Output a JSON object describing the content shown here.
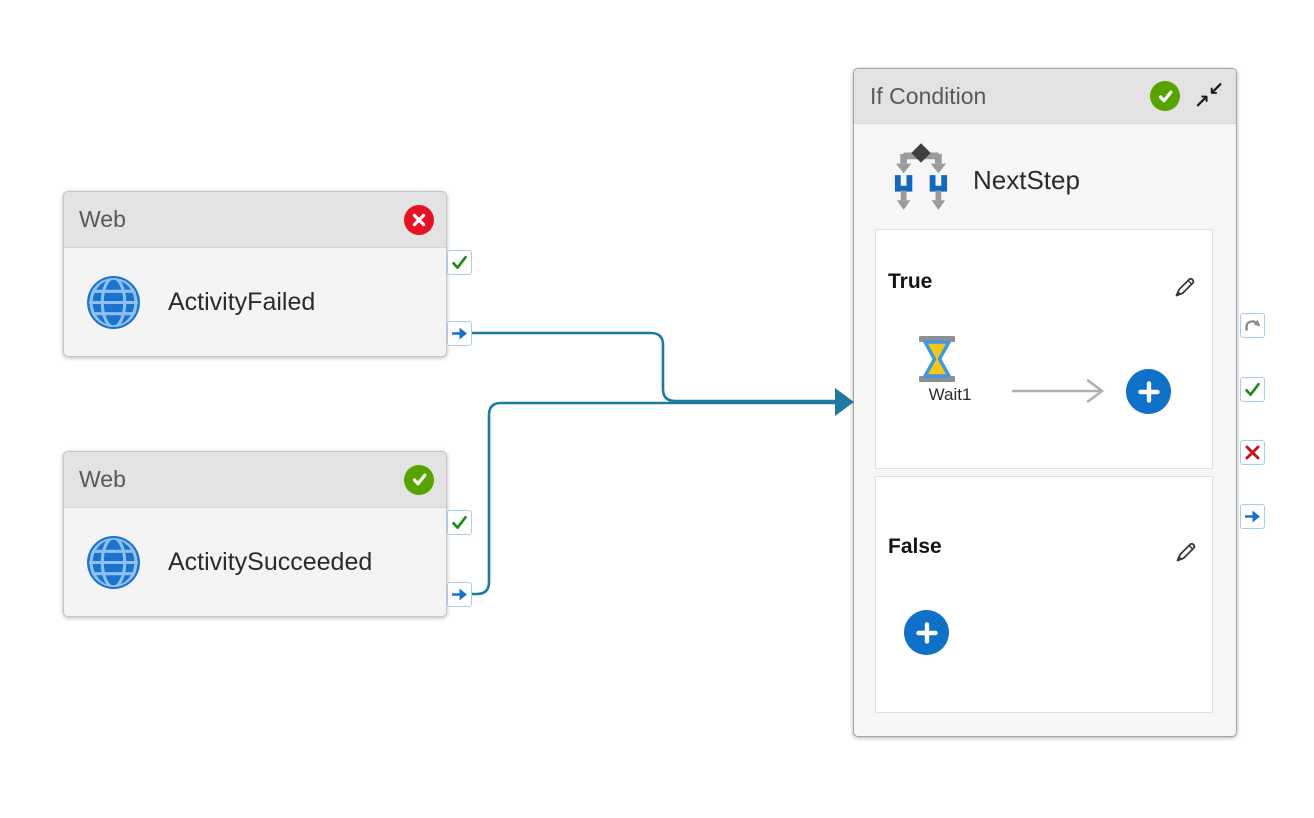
{
  "canvas": {
    "background": "#ffffff"
  },
  "nodes": {
    "web_failed": {
      "type_label": "Web",
      "name": "ActivityFailed",
      "status": "error"
    },
    "web_succeeded": {
      "type_label": "Web",
      "name": "ActivitySucceeded",
      "status": "success"
    },
    "if_condition": {
      "type_label": "If Condition",
      "name": "NextStep",
      "status": "success",
      "true_branch": {
        "label": "True",
        "activity_name": "Wait1",
        "activity_type": "wait"
      },
      "false_branch": {
        "label": "False"
      }
    }
  },
  "edges": [
    {
      "from": "ActivityFailed completion port",
      "to": "NextStep left edge"
    },
    {
      "from": "ActivitySucceeded completion port",
      "to": "NextStep left edge"
    }
  ],
  "colors": {
    "connector": "#1f7a9e",
    "success_green": "#57a300",
    "error_red": "#e81123",
    "port_check_green": "#1e8a1e",
    "port_arrow_blue": "#1f6fc8",
    "port_x_red": "#c50f1f",
    "port_skip_gray": "#8c8c8c",
    "add_button_blue": "#0f72c8",
    "header_gray": "#e3e3e3"
  },
  "icons": {
    "web_activity": "globe-icon",
    "if_condition_activity": "branch-icon",
    "wait_activity": "hourglass-icon",
    "status_success": "check-circle-icon",
    "status_error": "x-circle-icon",
    "port_success": "green-check",
    "port_failure": "red-x",
    "port_completion": "blue-arrow-right",
    "port_skipped": "gray-curved-arrow",
    "edit": "pencil-icon",
    "add": "plus-circle-icon",
    "collapse_glyph_topright": "↙",
    "collapse_glyph_bottomleft": "↗"
  }
}
